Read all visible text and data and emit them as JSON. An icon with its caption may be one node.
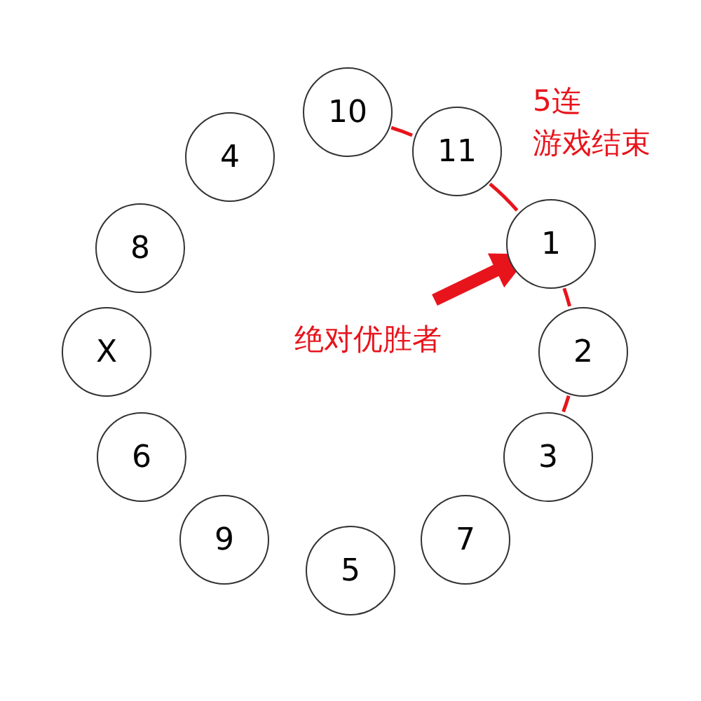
{
  "diagram": {
    "nodes": [
      {
        "text": [
          "10"
        ]
      },
      {
        "text": [
          "4"
        ]
      },
      {
        "text": [
          "11"
        ]
      },
      {
        "text": [
          "1"
        ]
      },
      {
        "text": [
          "8"
        ]
      },
      {
        "text": [
          "X"
        ]
      },
      {
        "text": [
          "2"
        ]
      },
      {
        "text": [
          "6"
        ]
      },
      {
        "text": [
          "3"
        ]
      },
      {
        "text": [
          "9"
        ]
      },
      {
        "text": [
          "7"
        ]
      },
      {
        "text": [
          "5"
        ]
      },
      {
        "text": [
          "绝对优胜者"
        ]
      }
    ],
    "edges": [
      {
        "from": 0,
        "to": 2,
        "arrow": "none",
        "color": "#e8141c"
      },
      {
        "from": 2,
        "to": 3,
        "arrow": "none",
        "color": "#e8141c"
      },
      {
        "from": 3,
        "to": 6,
        "arrow": "none",
        "color": "#e8141c"
      },
      {
        "from": 6,
        "to": 8,
        "arrow": "none",
        "color": "#e8141c"
      },
      {
        "from": 12,
        "to": 3,
        "arrow": "to",
        "style": "thick",
        "color": "#e8141c"
      }
    ],
    "labels": [
      "5连",
      "游戏结束"
    ]
  }
}
